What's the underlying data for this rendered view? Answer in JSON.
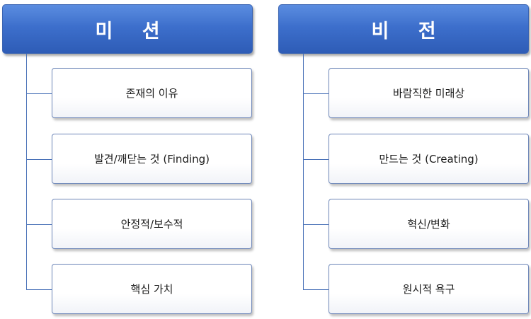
{
  "mission": {
    "title": "미 션",
    "items": [
      "존재의 이유",
      "발견/깨닫는 것 (Finding)",
      "안정적/보수적",
      "핵심 가치"
    ]
  },
  "vision": {
    "title": "비 전",
    "items": [
      "바람직한 미래상",
      "만드는 것 (Creating)",
      "혁신/변화",
      "원시적 욕구"
    ]
  }
}
